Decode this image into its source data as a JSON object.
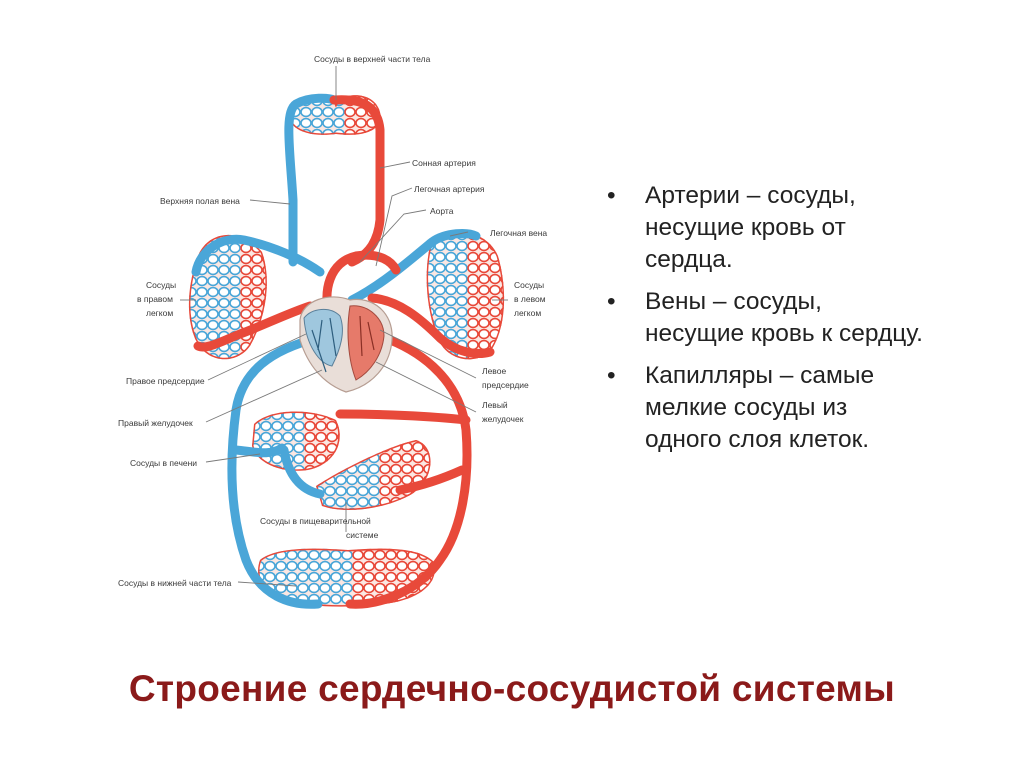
{
  "slide": {
    "title": "Строение сердечно-сосудистой системы",
    "title_color": "#8b1a1a"
  },
  "bullets": [
    {
      "text": "Артерии – сосуды, несущие кровь от сердца."
    },
    {
      "text": "Вены – сосуды, несущие кровь к сердцу."
    },
    {
      "text": "Капилляры – самые мелкие сосуды из одного слоя клеток."
    }
  ],
  "bullet_symbol": "•",
  "diagram": {
    "colors": {
      "artery": "#e8493a",
      "vein": "#4aa6d8",
      "heart": "#d9c8c0"
    },
    "labels": {
      "upper_body": "Сосуды в верхней части тела",
      "carotid": "Сонная артерия",
      "superior_vena_cava": "Верхняя полая вена",
      "pulmonary_artery": "Легочная артерия",
      "aorta": "Аорта",
      "pulmonary_vein": "Легочная вена",
      "right_lung": [
        "Сосуды",
        "в правом",
        "легком"
      ],
      "left_lung": [
        "Сосуды",
        "в левом",
        "легком"
      ],
      "right_atrium": "Правое предсердие",
      "left_atrium": [
        "Левое",
        "предсердие"
      ],
      "right_ventricle": "Правый желудочек",
      "left_ventricle": [
        "Левый",
        "желудочек"
      ],
      "liver": "Сосуды в печени",
      "digestive": [
        "Сосуды в пищеварительной",
        "системе"
      ],
      "lower_body": "Сосуды в нижней части тела"
    }
  }
}
